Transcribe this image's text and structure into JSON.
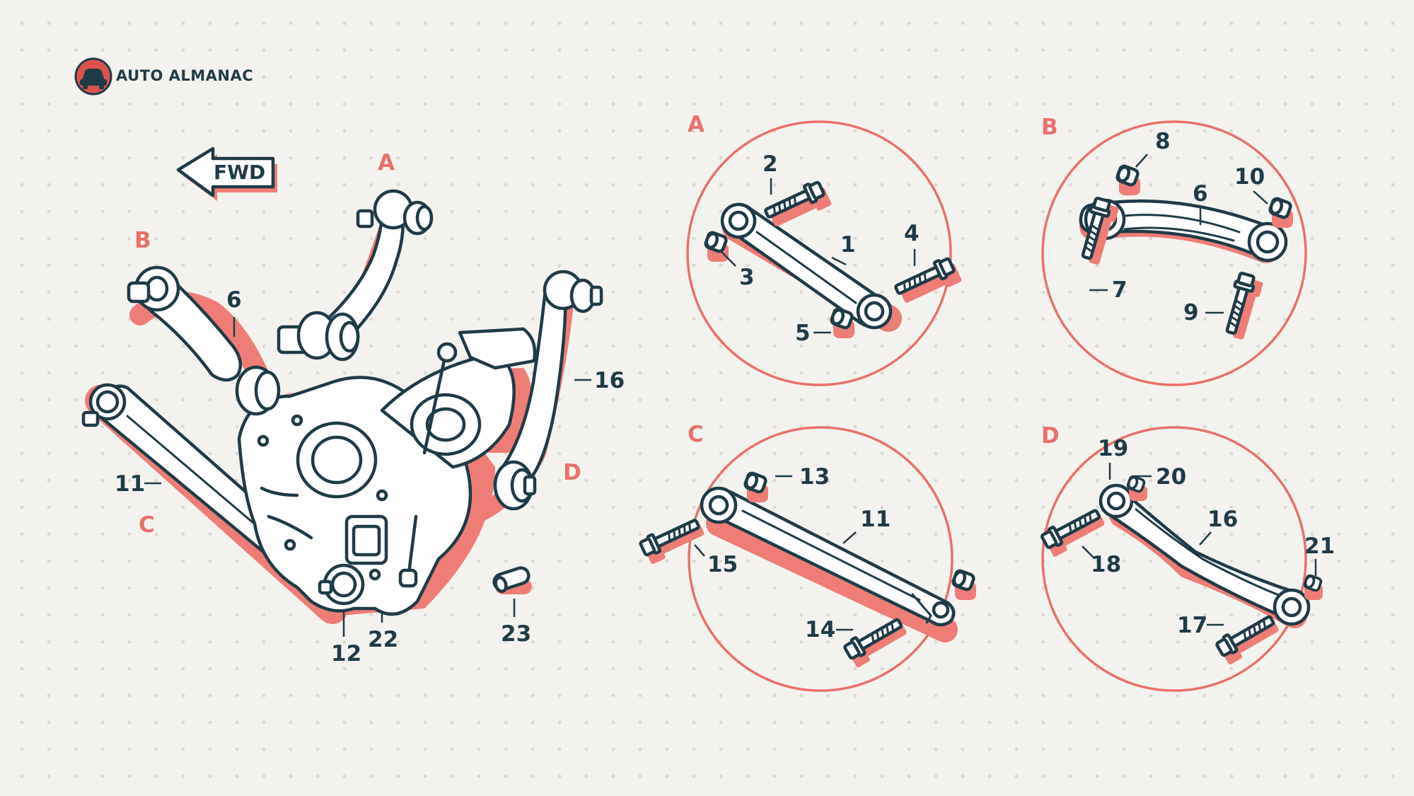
{
  "brand": {
    "name": "AUTO ALMANAC"
  },
  "direction": {
    "label": "FWD"
  },
  "colors": {
    "outline": "#1f3b47",
    "accent": "#e8716a",
    "background": "#f4f2ef"
  },
  "assembly": {
    "section_labels": {
      "a": "A",
      "b": "B",
      "c": "C",
      "d": "D"
    },
    "callouts": {
      "c6": "6",
      "c11": "11",
      "c12": "12",
      "c16": "16",
      "c22": "22",
      "c23": "23"
    }
  },
  "detail_a": {
    "label": "A",
    "callouts": {
      "c1": "1",
      "c2": "2",
      "c3": "3",
      "c4": "4",
      "c5": "5"
    }
  },
  "detail_b": {
    "label": "B",
    "callouts": {
      "c6": "6",
      "c7": "7",
      "c8": "8",
      "c9": "9",
      "c10": "10"
    }
  },
  "detail_c": {
    "label": "C",
    "callouts": {
      "c11": "11",
      "c13": "13",
      "c14": "14",
      "c15": "15"
    }
  },
  "detail_d": {
    "label": "D",
    "callouts": {
      "c16": "16",
      "c17": "17",
      "c18": "18",
      "c19": "19",
      "c20": "20",
      "c21": "21"
    }
  }
}
